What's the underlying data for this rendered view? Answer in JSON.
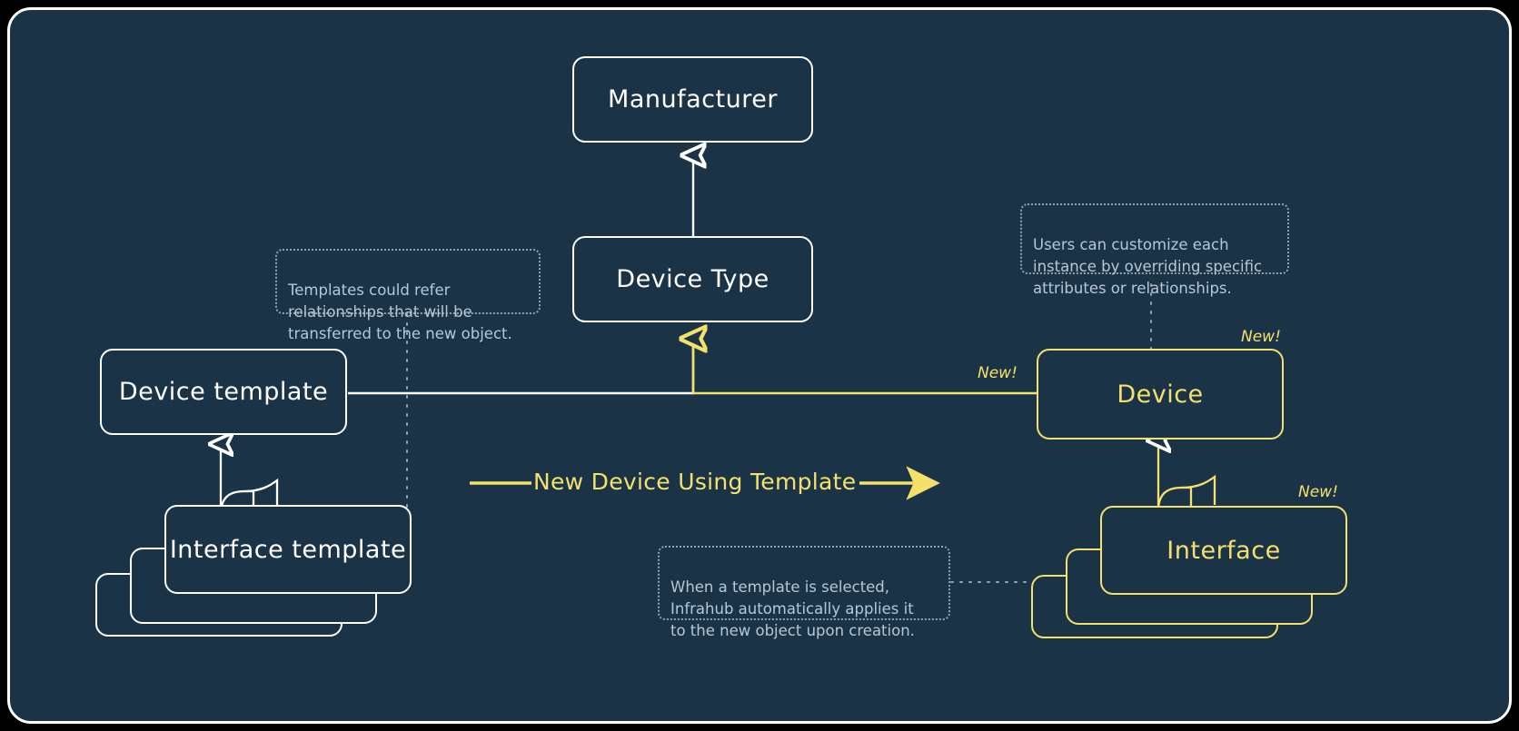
{
  "diagram": {
    "title": "Infrahub object templates flow",
    "background_color": "#1b3347",
    "frame_color": "#ffffff",
    "accent_color": "#f4e06a",
    "note_text_color": "#b9c7d2"
  },
  "nodes": {
    "manufacturer": {
      "label": "Manufacturer"
    },
    "device_type": {
      "label": "Device Type"
    },
    "device_template": {
      "label": "Device template"
    },
    "interface_template": {
      "label": "Interface template"
    },
    "device": {
      "label": "Device"
    },
    "interface": {
      "label": "Interface"
    }
  },
  "badges": {
    "device_new": "New!",
    "device_link_new": "New!",
    "interface_new": "New!"
  },
  "flow": {
    "label": "New Device Using Template"
  },
  "notes": {
    "templates_refer": "Templates could refer\nrelationships that will be\ntransferred to the new object.",
    "users_customize": "Users can customize each\ninstance by overriding specific\nattributes or relationships.",
    "template_selected": "When a template is selected,\nInfrahub automatically applies it\nto the new object upon creation."
  }
}
